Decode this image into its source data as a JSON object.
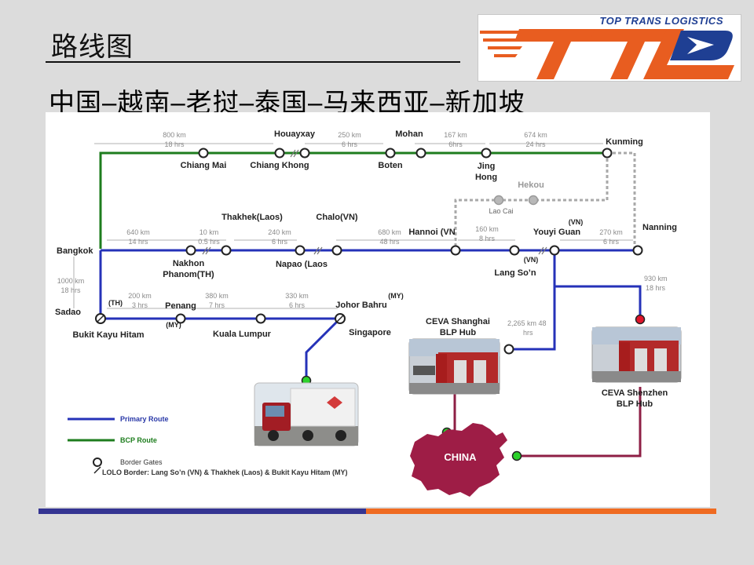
{
  "header": {
    "title": "路线图",
    "subtitle": "中国–越南–老挝–泰国–马来西亚–新加坡"
  },
  "logo": {
    "tagline": "TOP TRANS LOGISTICS",
    "mark": "TTL",
    "colors": {
      "orange": "#e85d20",
      "blue": "#1f3f93"
    }
  },
  "colors": {
    "primary_route": "#2532b8",
    "bcp_route": "#1e7d1e",
    "hub_route": "#8e1f45",
    "dotted_route": "#a9a9a9",
    "china": "#9e1d46",
    "node_green": "#2bd22b",
    "node_red": "#e0142a"
  },
  "places": {
    "chiang_mai": "Chiang Mai",
    "houayxay": "Houayxay",
    "chiang_khong": "Chiang Khong",
    "mohan": "Mohan",
    "boten": "Boten",
    "jing_hong": [
      "Jing",
      "Hong"
    ],
    "kunming": "Kunming",
    "hekou": "Hekou",
    "lao_cai": "Lao Cai",
    "bangkok": "Bangkok",
    "thakhek": "Thakhek(Laos)",
    "chalo": "Chalo(VN)",
    "nakhon_phanom": [
      "Nakhon",
      "Phanom(TH)"
    ],
    "napao": "Napao (Laos",
    "hanoi": "Hannoi (VN",
    "youyi_guan": "Youyi Guan",
    "youyi_vn": "(VN)",
    "nanning": "Nanning",
    "lang_son": "Lang So’n",
    "lang_son_vn": "(VN)",
    "sadao": "Sadao",
    "th_tag": "(TH)",
    "bukit_kayu_hitam": "Bukit Kayu Hitam",
    "penang": "Penang",
    "my_tag": "(MY)",
    "kuala_lumpur": "Kuala Lumpur",
    "johor_bahru": "Johor Bahru",
    "my_tag2": "(MY)",
    "singapore": "Singapore",
    "ceva_shanghai": [
      "CEVA Shanghai",
      "BLP Hub"
    ],
    "ceva_shenzhen": [
      "CEVA Shenzhen",
      "BLP Hub"
    ],
    "china": "CHINA"
  },
  "distances": {
    "d1": [
      "800 km",
      "18 hrs"
    ],
    "d2": [
      "250 km",
      "6 hrs"
    ],
    "d3": [
      "167 km",
      "6hrs"
    ],
    "d4": [
      "674 km",
      "24 hrs"
    ],
    "d5": [
      "640 km",
      "14 hrs"
    ],
    "d6": [
      "10 km",
      "0.5 hrs"
    ],
    "d7": [
      "240 km",
      "6 hrs"
    ],
    "d8": [
      "680 km",
      "48 hrs"
    ],
    "d9": [
      "160 km",
      "8 hrs"
    ],
    "d10": [
      "270 km",
      "6 hrs"
    ],
    "d11": [
      "1000 km",
      "18 hrs"
    ],
    "d12": [
      "200 km",
      "3 hrs"
    ],
    "d13": [
      "380 km",
      "7 hrs"
    ],
    "d14": [
      "330 km",
      "6 hrs"
    ],
    "d15": [
      "2,265 km  48",
      "hrs"
    ],
    "d16": [
      "930 km",
      "18 hrs"
    ]
  },
  "legend": {
    "primary": "Primary Route",
    "bcp": "BCP Route",
    "border_gates": "Border Gates",
    "lolo": "LOLO Border: Lang So’n (VN) & Thakhek (Laos) & Bukit Kayu Hitam (MY)"
  }
}
